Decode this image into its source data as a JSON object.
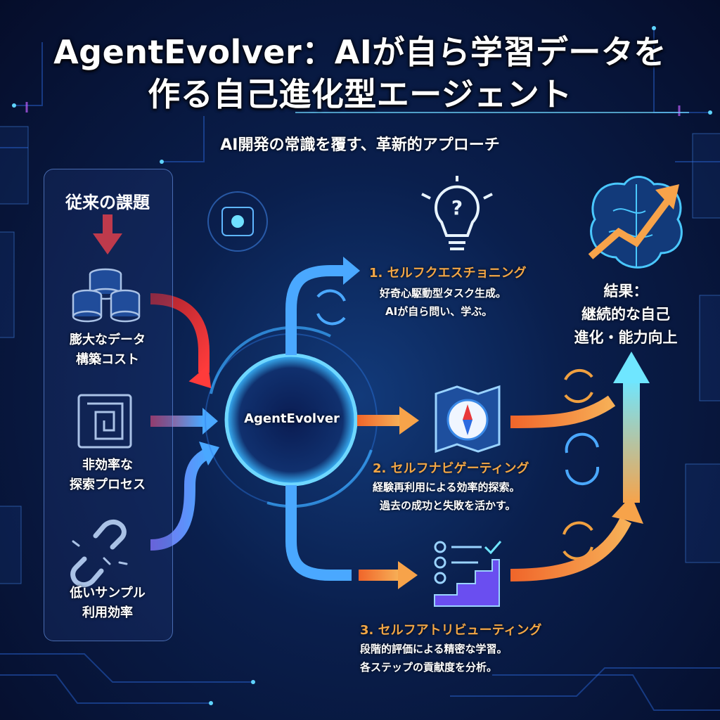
{
  "header": {
    "title_line1": "AgentEvolver：AIが自ら学習データを",
    "title_line2": "作る自己進化型エージェント",
    "subtitle": "AI開発の常識を覆す、革新的アプローチ"
  },
  "left_panel": {
    "title": "従来の課題",
    "items": [
      {
        "label_line1": "膨大なデータ",
        "label_line2": "構築コスト",
        "icon": "database-stack-icon"
      },
      {
        "label_line1": "非効率な",
        "label_line2": "探索プロセス",
        "icon": "maze-icon"
      },
      {
        "label_line1": "低いサンプル",
        "label_line2": "利用効率",
        "icon": "broken-chain-icon"
      }
    ]
  },
  "center": {
    "label": "AgentEvolver"
  },
  "steps": [
    {
      "title": "1. セルフクエスチョニング",
      "desc_line1": "好奇心駆動型タスク生成。",
      "desc_line2": "AIが自ら問い、学ぶ。",
      "icon": "question-bulb-icon"
    },
    {
      "title": "2. セルフナビゲーティング",
      "desc_line1": "経験再利用による効率的探索。",
      "desc_line2": "過去の成功と失敗を活かす。",
      "icon": "compass-map-icon"
    },
    {
      "title": "3. セルフアトリビューティング",
      "desc_line1": "段階的評価による精密な学習。",
      "desc_line2": "各ステップの貢献度を分析。",
      "icon": "checklist-stairs-icon"
    }
  ],
  "result": {
    "line1": "結果：",
    "line2": "継続的な自己",
    "line3": "進化・能力向上",
    "icon": "brain-growth-icon"
  },
  "colors": {
    "accent_orange": "#f2a646",
    "blue_arrow": "#4aa8ff",
    "red_arrow": "#e8383a",
    "cyan_glow": "#5fd4ff"
  }
}
